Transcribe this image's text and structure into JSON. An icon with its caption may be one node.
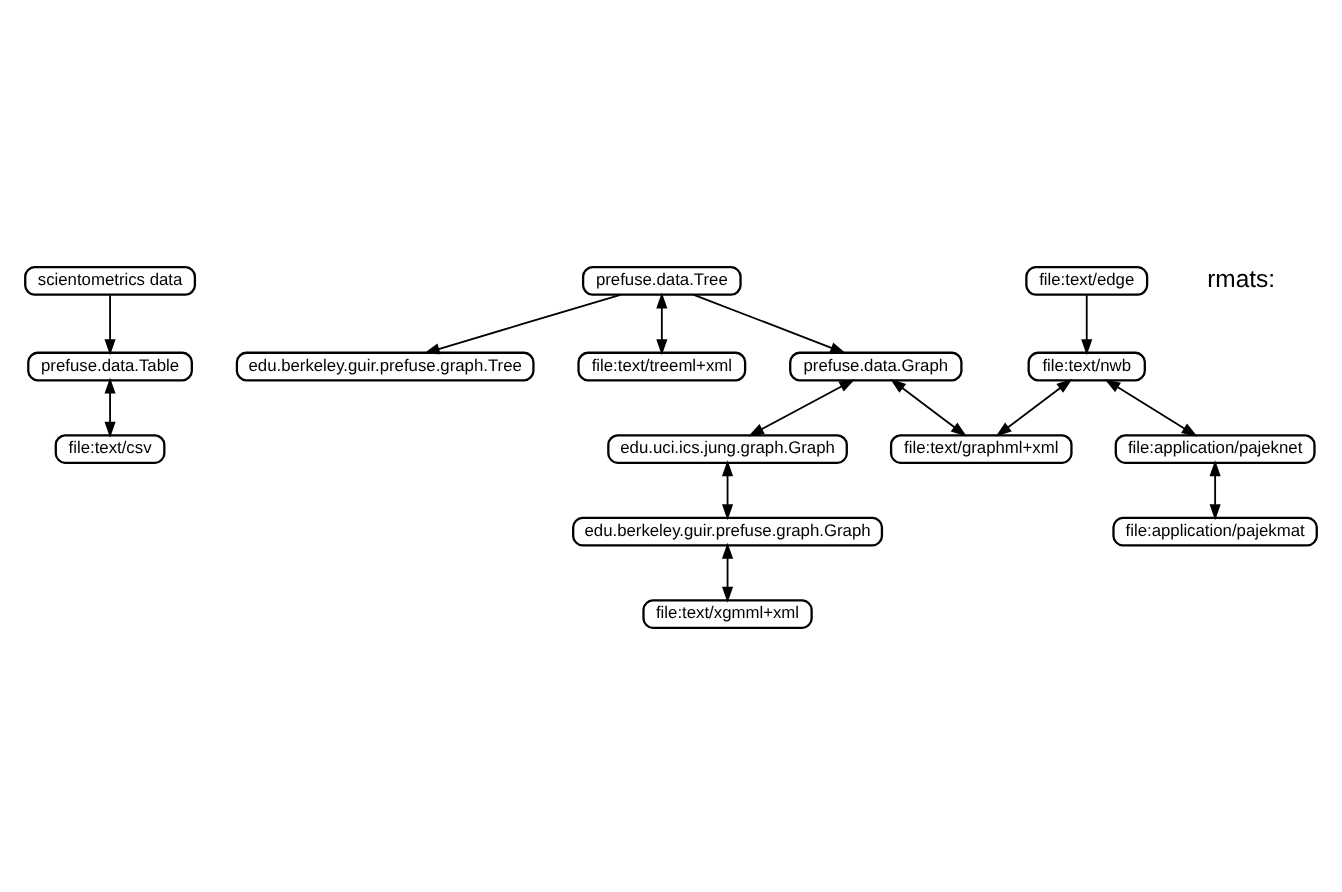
{
  "diagram": {
    "nodes": [
      {
        "text": [
          "scientometrics data"
        ]
      },
      {
        "text": [
          "prefuse.data.Table"
        ]
      },
      {
        "text": [
          "file:text/csv"
        ]
      },
      {
        "text": [
          "edu.berkeley.guir.prefuse.graph.Tree"
        ]
      },
      {
        "text": [
          "prefuse.data.Tree"
        ]
      },
      {
        "text": [
          "file:text/treeml+xml"
        ]
      },
      {
        "text": [
          "prefuse.data.Graph"
        ]
      },
      {
        "text": [
          "file:text/edge"
        ]
      },
      {
        "text": [
          "file:text/nwb"
        ]
      },
      {
        "text": [
          "edu.uci.ics.jung.graph.Graph"
        ]
      },
      {
        "text": [
          "file:text/graphml+xml"
        ]
      },
      {
        "text": [
          "edu.berkeley.guir.prefuse.graph.Graph"
        ]
      },
      {
        "text": [
          "file:application/pajeknet"
        ]
      },
      {
        "text": [
          "file:application/pajekmat"
        ]
      },
      {
        "text": [
          "file:text/xgmml+xml"
        ]
      }
    ],
    "edges": [
      {
        "from": 0,
        "to": 1,
        "arrow": "to"
      },
      {
        "from": 1,
        "to": 2,
        "arrow": "both"
      },
      {
        "from": 4,
        "to": 3,
        "arrow": "to"
      },
      {
        "from": 4,
        "to": 5,
        "arrow": "both"
      },
      {
        "from": 4,
        "to": 6,
        "arrow": "to"
      },
      {
        "from": 6,
        "to": 9,
        "arrow": "both"
      },
      {
        "from": 6,
        "to": 10,
        "arrow": "both"
      },
      {
        "from": 7,
        "to": 8,
        "arrow": "to"
      },
      {
        "from": 8,
        "to": 10,
        "arrow": "both"
      },
      {
        "from": 8,
        "to": 12,
        "arrow": "both"
      },
      {
        "from": 9,
        "to": 11,
        "arrow": "both"
      },
      {
        "from": 11,
        "to": 14,
        "arrow": "both"
      },
      {
        "from": 12,
        "to": 13,
        "arrow": "both"
      }
    ],
    "labels": [
      "rmats:"
    ]
  }
}
